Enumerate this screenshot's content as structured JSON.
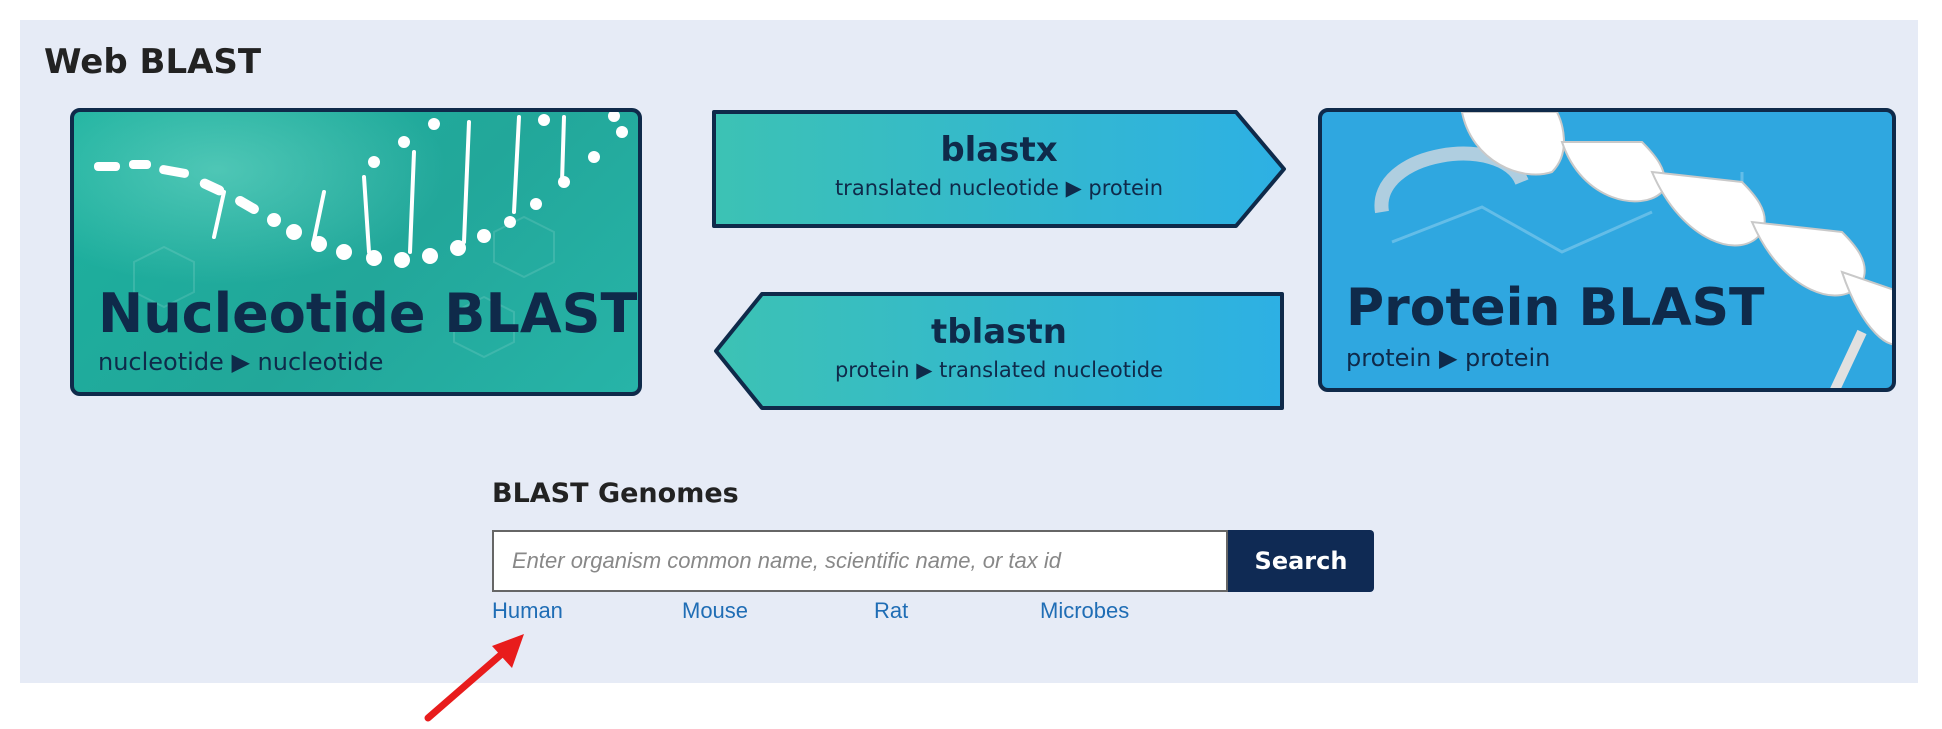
{
  "page_title": "Web BLAST",
  "cards": {
    "nucleotide": {
      "title": "Nucleotide BLAST",
      "subtitle": "nucleotide ▶ nucleotide"
    },
    "protein": {
      "title": "Protein BLAST",
      "subtitle": "protein ▶ protein"
    }
  },
  "tools": {
    "blastx": {
      "title": "blastx",
      "subtitle": "translated nucleotide ▶ protein"
    },
    "tblastn": {
      "title": "tblastn",
      "subtitle": "protein ▶ translated nucleotide"
    }
  },
  "genomes": {
    "title": "BLAST Genomes",
    "placeholder": "Enter organism common name, scientific name, or tax id",
    "search_label": "Search",
    "links": [
      "Human",
      "Mouse",
      "Rat",
      "Microbes"
    ]
  },
  "colors": {
    "accent": "#0f2a54",
    "link": "#1f6db5",
    "annotation": "#e81c1c"
  }
}
